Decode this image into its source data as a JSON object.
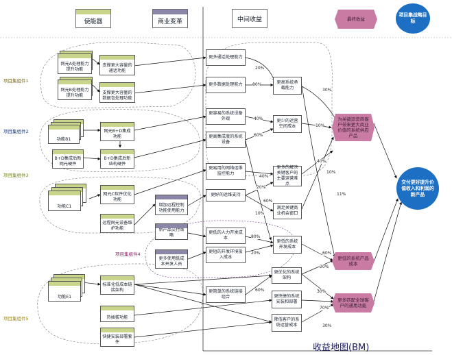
{
  "headers": {
    "enabler": "使能器",
    "business_change": "商业变革",
    "intermediate_benefit": "中间收益",
    "final_benefit": "最终收益",
    "strategic_goal": "项目集战略目标"
  },
  "groups": {
    "g1": "项目集组件1",
    "g2": "项目集组件2",
    "g3": "项目集组件3",
    "g4": "项目集组件4",
    "g5": "项目集组件5"
  },
  "enablers": {
    "e1": "网元A处理能力提升功能",
    "e2": "网元B处理能力提升功能",
    "e3": "功能B1",
    "e4": "B+D集成后新网元硬件",
    "e5": "功能C1",
    "e6": "功能E1"
  },
  "changes": {
    "c1": "支撑更大容量的通话功能",
    "c2": "支撑更大容量的数据包处理功能",
    "c3": "网元B+D集成功能",
    "c4": "B+D集成后新结构硬件",
    "c5": "网元C软件优化功能",
    "c6": "远程网元设备维护功能",
    "c7": "增加远程控制功能使用能力",
    "c8": "新产品交付策略",
    "c9": "更多使用低成本开发人员",
    "c10": "标准化低成本链接架构",
    "c11": "热插拔功能",
    "c12": "快捷安装部署套件"
  },
  "intermediate": {
    "i1": "更多通话处理能力",
    "i2": "更多数据处理能力",
    "i3": "更高系统承载能力",
    "i4": "更容易的系统设备外观",
    "i5": "更高集成度的系统设备",
    "i6": "更少的运营空间成本",
    "i7": "更易用的网络运维监控能力",
    "i8": "更好的运维支持",
    "i9": "更多的解决关键客户的主要运营难点",
    "i10": "满足关键商业机会窗口",
    "i11": "更低的人力开发成本",
    "i12": "更短的开发环境投入成本",
    "i13": "更低的系统开发成本",
    "i14": "更简单的系统链接组合",
    "i15": "更优化的系统架构",
    "i16": "更快捷的系统安装和部署",
    "i17": "降低客户的系统运营成本"
  },
  "final": {
    "f1": "为关键运营商客户带来更大商业价值的系统供应产品",
    "f2": "更低的系统产品成本",
    "f3": "更多匹配全球客户的通用功能"
  },
  "goal": "交付更好提升价值收入和利润的新产品",
  "percents": [
    "20%",
    "80%",
    "30%",
    "40%",
    "60%",
    "10%",
    "40%",
    "20%",
    "60%",
    "10%",
    "80%",
    "20%",
    "60%",
    "40%",
    "10%",
    "60%",
    "20%",
    "30%",
    "11%",
    "70%",
    "30%"
  ],
  "caption": "收益地图(BM)"
}
